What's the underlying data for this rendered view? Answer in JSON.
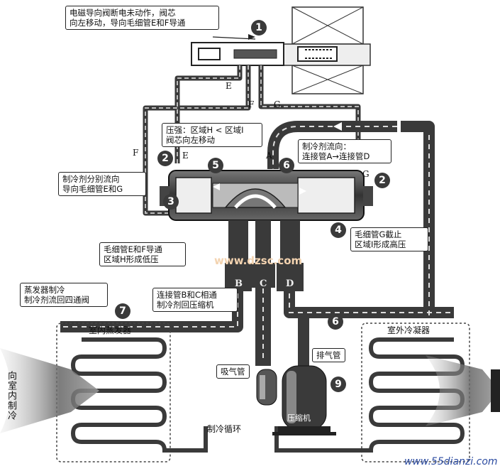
{
  "labels": {
    "callout1": "电磁导向阀断电未动作，阀芯\n向左移动，导向毛细管E和F导通",
    "callout_pressure": "压强：区域H < 区域I\n阀芯向左移动",
    "callout_flow": "制冷剂流向：\n连接管A→连接管D",
    "callout2": "制冷剂分别流向\n导向毛细管E和G",
    "callout4": "毛细管G截止\n区域I形成高压",
    "callout3": "毛细管E和F导通\n区域H形成低压",
    "callout_bc": "连接管B和C相通\n制冷剂回压缩机",
    "callout7": "蒸发器制冷\n制冷剂流回四通阀",
    "indoor_evap": "室内蒸发器",
    "outdoor_cond": "室外冷凝器",
    "exhaust": "排气管",
    "suction": "吸气管",
    "compressor": "压缩机",
    "cycle": "制冷循环",
    "side_text": "向室内制冷"
  },
  "letters": {
    "E": "E",
    "F": "F",
    "G": "G",
    "A": "A",
    "B": "B",
    "C": "C",
    "D": "D"
  },
  "numbers": {
    "n1": "1",
    "n2": "2",
    "n3": "3",
    "n4": "4",
    "n5": "5",
    "n6": "6",
    "n7": "7",
    "n9": "9"
  },
  "watermark": {
    "site": "www.55dianzi.com",
    "mid": "www.dzsc.com"
  },
  "colors": {
    "pipe": "#3a3a3a",
    "pipe_inner": "#5a5a5a",
    "arrow": "#ffffff",
    "badge": "#3a3a3a"
  }
}
